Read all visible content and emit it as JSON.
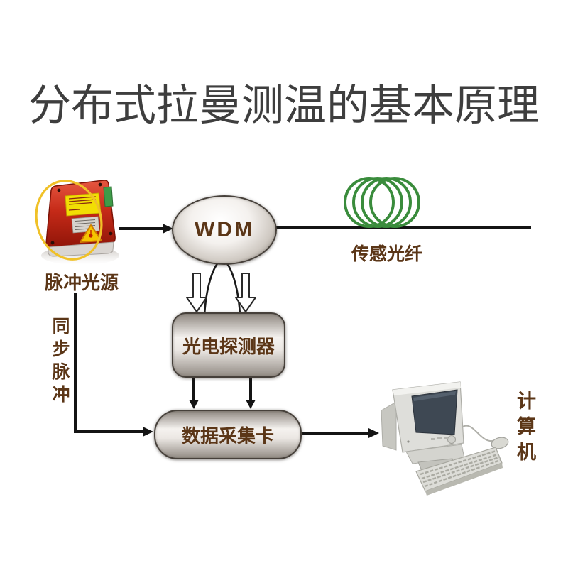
{
  "title": {
    "text": "分布式拉曼测温的基本原理"
  },
  "diagram": {
    "pulse_source": {
      "label": "脉冲光源"
    },
    "wdm": {
      "label": "WDM"
    },
    "sensing_fiber": {
      "label": "传感光纤"
    },
    "sync_pulse": {
      "label": "同步脉冲"
    },
    "photodetector": {
      "label": "光电探测器"
    },
    "daq_card": {
      "label": "数据采集卡"
    },
    "computer": {
      "label": "计算机"
    }
  },
  "colors": {
    "title-gray": "#3e3e3e",
    "label-brown": "#5b3617",
    "line-black": "#141414",
    "fiber-green": "#3a8c3c",
    "laser-red": "#c52a18",
    "fiber-yellow": "#f0c128",
    "screen-dark": "#3e4853"
  }
}
